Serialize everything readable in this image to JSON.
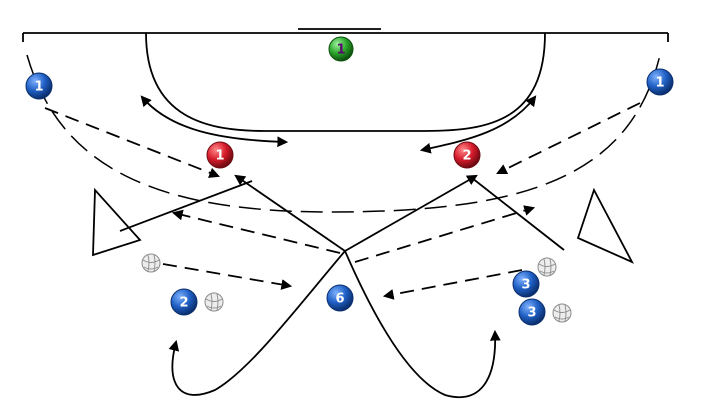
{
  "colors": {
    "blue": "#1f5fc4",
    "red": "#d61a2a",
    "green": "#2aa52a",
    "line": "#000000",
    "ball": "#c9c9c9"
  },
  "players": {
    "goalkeeper": "1",
    "blue_left_wing": "1",
    "blue_right_wing": "1",
    "red_left": "1",
    "red_right": "2",
    "blue_left_back": "2",
    "blue_pivot": "6",
    "blue_right_back_a": "3",
    "blue_right_back_b": "3"
  },
  "icons": {
    "ball": "handball-ball-icon",
    "cone": "triangle-cone-icon"
  }
}
